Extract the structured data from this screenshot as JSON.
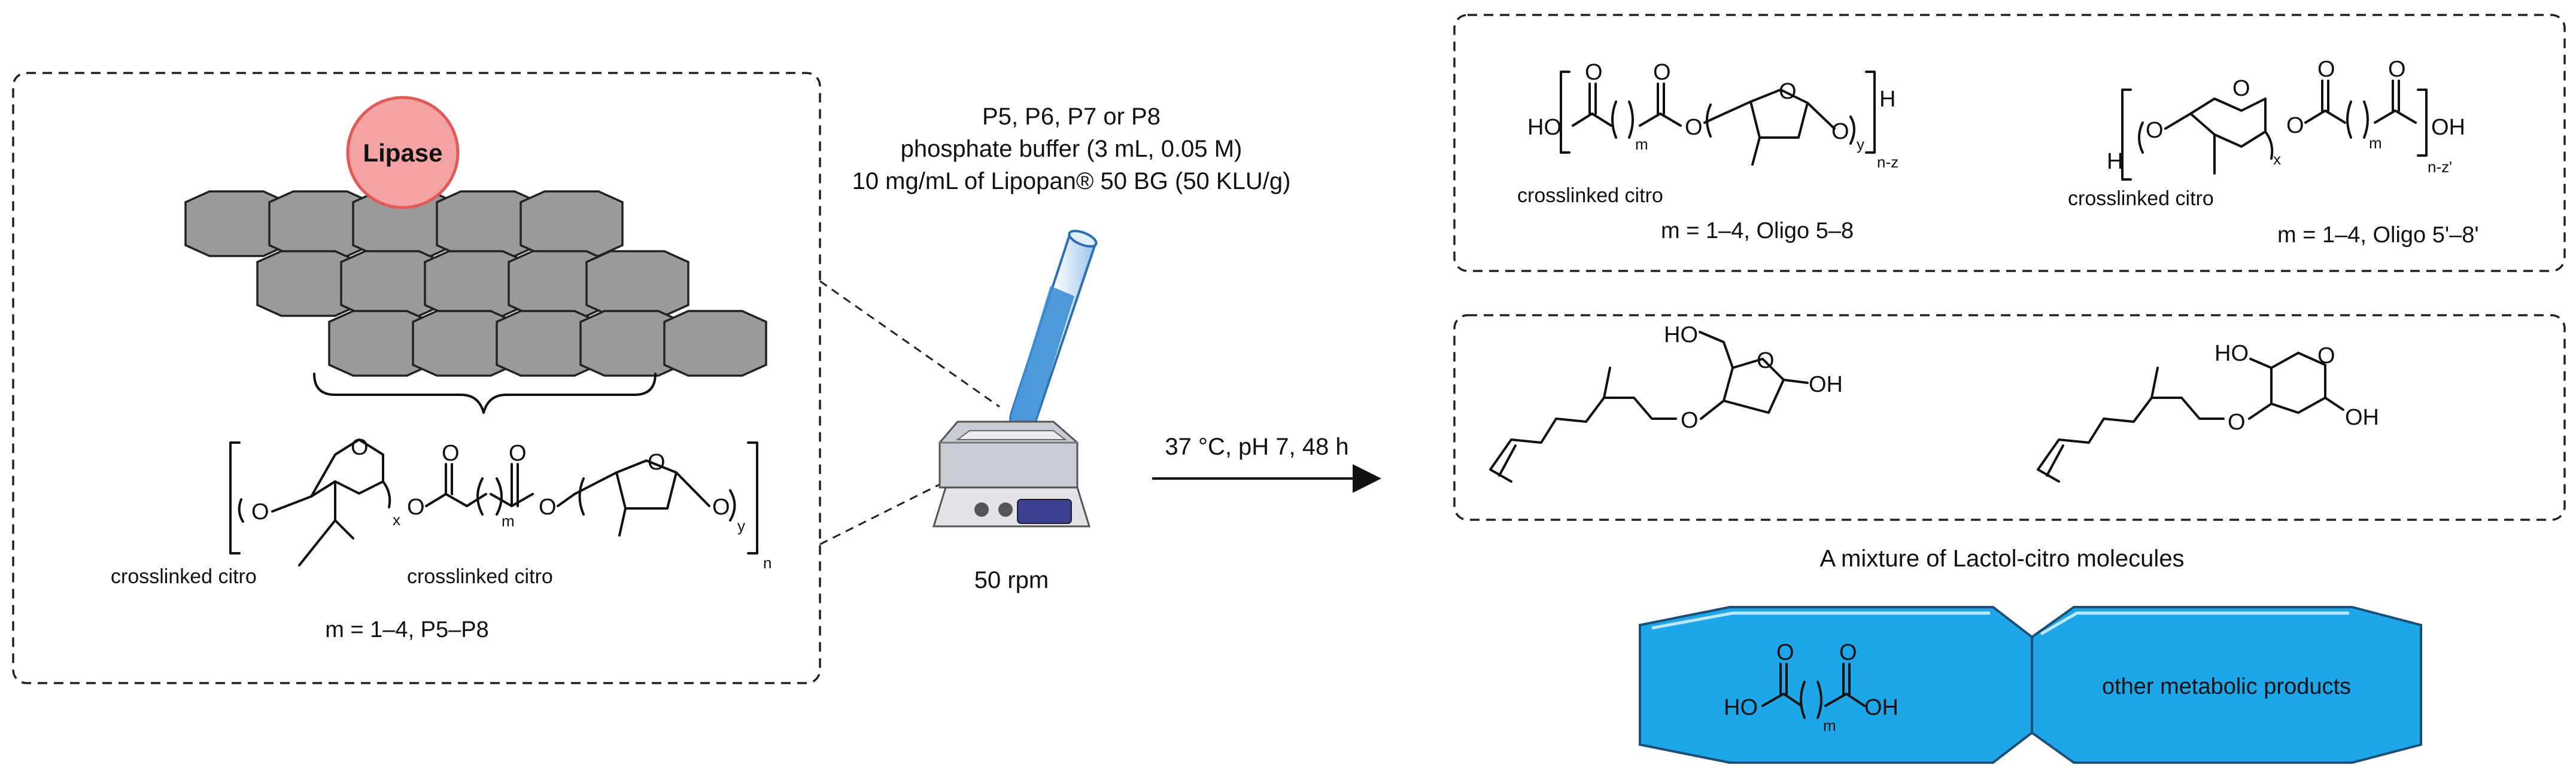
{
  "left_panel": {
    "enzyme_label": "Lipase",
    "polymer_atoms": {
      "o": "O",
      "x": "x",
      "m": "m",
      "y": "y",
      "n": "n"
    },
    "substituent_label_1": "crosslinked citro",
    "substituent_label_2": "crosslinked citro",
    "caption": "m = 1–4, P5–P8"
  },
  "reaction": {
    "line1": "P5, P6, P7 or P8",
    "line2": "phosphate buffer (3 mL, 0.05 M)",
    "line3": "10 mg/mL of Lipopan® 50 BG (50 KLU/g)",
    "stirring": "50 rpm",
    "conditions": "37 °C, pH 7, 48 h"
  },
  "oligo_box": {
    "left": {
      "ho": "HO",
      "h": "H",
      "m": "m",
      "y": "y",
      "nz": "n-z",
      "o": "O",
      "substituent": "crosslinked citro",
      "caption": "m = 1–4, Oligo 5–8"
    },
    "right": {
      "h": "H",
      "oh": "OH",
      "m": "m",
      "x": "x",
      "nz": "n-z'",
      "o": "O",
      "substituent": "crosslinked citro",
      "caption": "m = 1–4, Oligo 5'–8'"
    }
  },
  "lactol_box": {
    "ho": "HO",
    "oh": "OH",
    "o": "O",
    "caption": "A mixture of Lactol-citro molecules"
  },
  "products": {
    "diacid": {
      "ho": "HO",
      "oh": "OH",
      "o": "O",
      "m": "m"
    },
    "other_label": "other metabolic products",
    "fill": "#1ea7e8"
  },
  "colors": {
    "lipase_fill": "#f4a3a3",
    "lipase_stroke": "#e05a5a",
    "hex_fill": "#9a9a9a",
    "tube_blue": "#3d8fd6"
  }
}
